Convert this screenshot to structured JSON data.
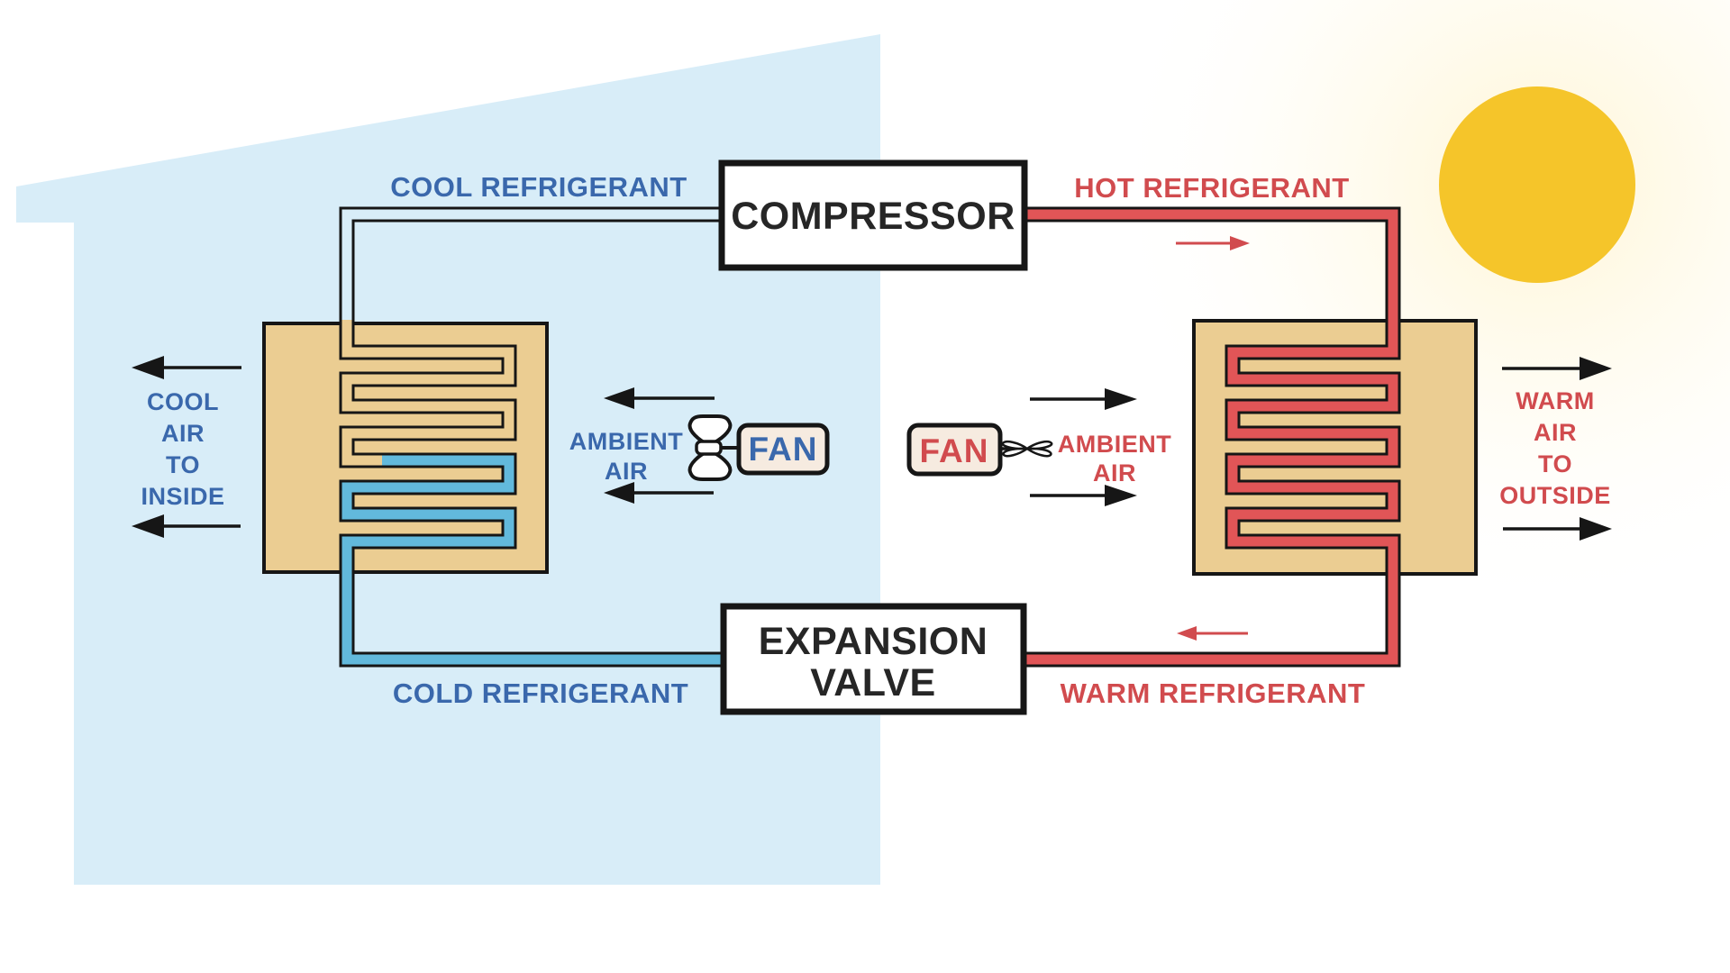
{
  "diagram": "air-conditioning-refrigeration-cycle",
  "colors": {
    "house": "#D8EDF8",
    "coil_box": "#EBCD92",
    "pipe_cold": "#62B9DC",
    "pipe_hot": "#E15557",
    "text_blue": "#3A68AC",
    "text_red": "#D14B4E",
    "text_dark": "#262626",
    "outline": "#161616",
    "sun": "#F5C52A",
    "fan_box_fill": "#F6EBE0",
    "propeller_fill": "#FFFFFF",
    "arrow_black": "#161616"
  },
  "components": {
    "compressor": {
      "label": "COMPRESSOR"
    },
    "expansion_valve": {
      "label_line1": "EXPANSION",
      "label_line2": "VALVE"
    },
    "indoor_fan": {
      "label": "FAN"
    },
    "outdoor_fan": {
      "label": "FAN"
    }
  },
  "pipes": {
    "cool_label": "COOL REFRIGERANT",
    "hot_label": "HOT REFRIGERANT",
    "cold_label": "COLD REFRIGERANT",
    "warm_label": "WARM REFRIGERANT"
  },
  "airflow": {
    "cool_air": {
      "lines": [
        "COOL",
        "AIR",
        "TO",
        "INSIDE"
      ]
    },
    "warm_air": {
      "lines": [
        "WARM",
        "AIR",
        "TO",
        "OUTSIDE"
      ]
    },
    "ambient_left": {
      "line1": "AMBIENT",
      "line2": "AIR"
    },
    "ambient_right": {
      "line1": "AMBIENT",
      "line2": "AIR"
    }
  }
}
